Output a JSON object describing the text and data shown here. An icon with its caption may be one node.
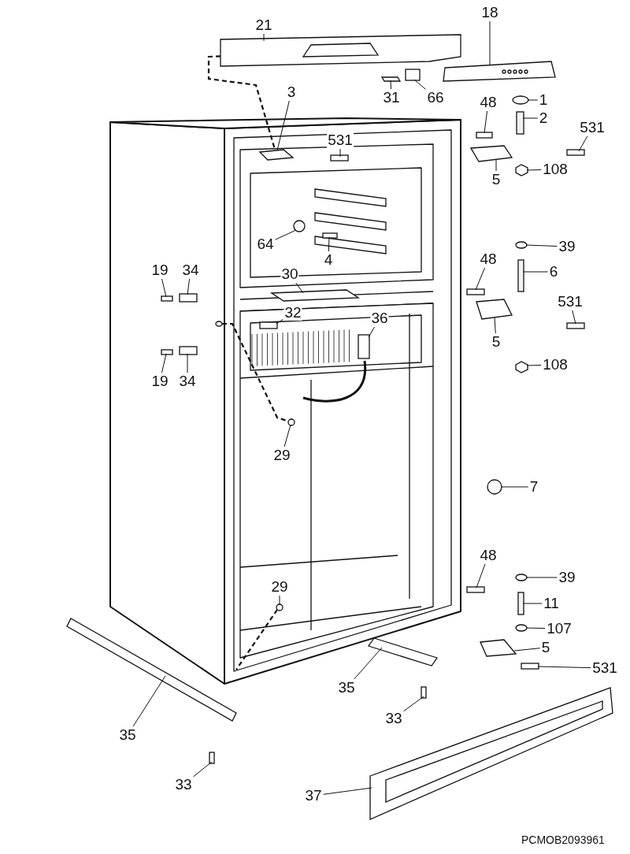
{
  "diagram": {
    "nodes": [
      {
        "text": [
          "21"
        ]
      },
      {
        "text": [
          "18"
        ]
      },
      {
        "text": [
          "31"
        ]
      },
      {
        "text": [
          "66"
        ]
      },
      {
        "text": [
          "1"
        ]
      },
      {
        "text": [
          "48"
        ]
      },
      {
        "text": [
          "2"
        ]
      },
      {
        "text": [
          "531"
        ]
      },
      {
        "text": [
          "3"
        ]
      },
      {
        "text": [
          "531"
        ]
      },
      {
        "text": [
          "5"
        ]
      },
      {
        "text": [
          "108"
        ]
      },
      {
        "text": [
          "64"
        ]
      },
      {
        "text": [
          "4"
        ]
      },
      {
        "text": [
          "39"
        ]
      },
      {
        "text": [
          "19"
        ]
      },
      {
        "text": [
          "34"
        ]
      },
      {
        "text": [
          "48"
        ]
      },
      {
        "text": [
          "30"
        ]
      },
      {
        "text": [
          "6"
        ]
      },
      {
        "text": [
          "32"
        ]
      },
      {
        "text": [
          "531"
        ]
      },
      {
        "text": [
          "36"
        ]
      },
      {
        "text": [
          "5"
        ]
      },
      {
        "text": [
          "19"
        ]
      },
      {
        "text": [
          "34"
        ]
      },
      {
        "text": [
          "108"
        ]
      },
      {
        "text": [
          "29"
        ]
      },
      {
        "text": [
          "7"
        ]
      },
      {
        "text": [
          "48"
        ]
      },
      {
        "text": [
          "39"
        ]
      },
      {
        "text": [
          "29"
        ]
      },
      {
        "text": [
          "11"
        ]
      },
      {
        "text": [
          "107"
        ]
      },
      {
        "text": [
          "5"
        ]
      },
      {
        "text": [
          "531"
        ]
      },
      {
        "text": [
          "35"
        ]
      },
      {
        "text": [
          "33"
        ]
      },
      {
        "text": [
          "35"
        ]
      },
      {
        "text": [
          "33"
        ]
      },
      {
        "text": [
          "37"
        ]
      },
      {
        "text": [],
        "shape": "box"
      },
      {
        "text": [],
        "shape": "box"
      },
      {
        "text": [],
        "shape": "box"
      },
      {
        "text": [],
        "shape": "box"
      },
      {
        "text": [],
        "shape": "circle"
      },
      {
        "text": [],
        "shape": "box"
      },
      {
        "text": [],
        "shape": "bar"
      },
      {
        "text": [],
        "shape": "box"
      },
      {
        "text": [],
        "shape": "box"
      },
      {
        "text": [],
        "shape": "box"
      },
      {
        "text": [],
        "shape": "box"
      },
      {
        "text": [],
        "shape": "box"
      },
      {
        "text": [],
        "shape": "circle"
      },
      {
        "text": [],
        "shape": "box"
      },
      {
        "text": [],
        "shape": "circle"
      },
      {
        "text": [],
        "shape": "box"
      },
      {
        "text": [],
        "shape": "box"
      },
      {
        "text": [],
        "shape": "box"
      },
      {
        "text": [],
        "shape": "box"
      },
      {
        "text": [],
        "shape": "bar"
      },
      {
        "text": [],
        "shape": "box"
      },
      {
        "text": [],
        "shape": "box"
      },
      {
        "text": [],
        "shape": "box"
      },
      {
        "text": [],
        "shape": "box"
      },
      {
        "text": [],
        "shape": "box"
      },
      {
        "text": [],
        "shape": "box"
      },
      {
        "text": [],
        "shape": "box"
      },
      {
        "text": [],
        "shape": "circle"
      },
      {
        "text": [],
        "shape": "circle"
      },
      {
        "text": [],
        "shape": "box"
      },
      {
        "text": [],
        "shape": "circle"
      },
      {
        "text": [],
        "shape": "circle"
      },
      {
        "text": [],
        "shape": "bar"
      },
      {
        "text": [],
        "shape": "circle"
      },
      {
        "text": [],
        "shape": "box"
      },
      {
        "text": [],
        "shape": "box"
      },
      {
        "text": [],
        "shape": "box"
      },
      {
        "text": [],
        "shape": "box"
      },
      {
        "text": [],
        "shape": "box"
      },
      {
        "text": [],
        "shape": "box"
      },
      {
        "text": [],
        "shape": "box"
      }
    ],
    "edges": [
      {
        "from": 0,
        "to": 41,
        "arrow": "none"
      },
      {
        "from": 1,
        "to": 42,
        "arrow": "none"
      },
      {
        "from": 2,
        "to": 43,
        "arrow": "none"
      },
      {
        "from": 3,
        "to": 44,
        "arrow": "none"
      },
      {
        "from": 4,
        "to": 45,
        "arrow": "none"
      },
      {
        "from": 5,
        "to": 46,
        "arrow": "none"
      },
      {
        "from": 6,
        "to": 47,
        "arrow": "none"
      },
      {
        "from": 7,
        "to": 48,
        "arrow": "none"
      },
      {
        "from": 8,
        "to": 49,
        "arrow": "none"
      },
      {
        "from": 9,
        "to": 50,
        "arrow": "none"
      },
      {
        "from": 10,
        "to": 51,
        "arrow": "none"
      },
      {
        "from": 11,
        "to": 52,
        "arrow": "none"
      },
      {
        "from": 12,
        "to": 53,
        "arrow": "none"
      },
      {
        "from": 13,
        "to": 54,
        "arrow": "none"
      },
      {
        "from": 14,
        "to": 55,
        "arrow": "none"
      },
      {
        "from": 15,
        "to": 56,
        "arrow": "none"
      },
      {
        "from": 16,
        "to": 57,
        "arrow": "none"
      },
      {
        "from": 17,
        "to": 58,
        "arrow": "none"
      },
      {
        "from": 18,
        "to": 59,
        "arrow": "none"
      },
      {
        "from": 19,
        "to": 60,
        "arrow": "none"
      },
      {
        "from": 20,
        "to": 61,
        "arrow": "none"
      },
      {
        "from": 21,
        "to": 62,
        "arrow": "none"
      },
      {
        "from": 22,
        "to": 63,
        "arrow": "none"
      },
      {
        "from": 23,
        "to": 64,
        "arrow": "none"
      },
      {
        "from": 24,
        "to": 65,
        "arrow": "none"
      },
      {
        "from": 25,
        "to": 66,
        "arrow": "none"
      },
      {
        "from": 26,
        "to": 67,
        "arrow": "none"
      },
      {
        "from": 27,
        "to": 68,
        "arrow": "none"
      },
      {
        "from": 28,
        "to": 69,
        "arrow": "none"
      },
      {
        "from": 29,
        "to": 70,
        "arrow": "none"
      },
      {
        "from": 30,
        "to": 71,
        "arrow": "none"
      },
      {
        "from": 31,
        "to": 72,
        "arrow": "none"
      },
      {
        "from": 32,
        "to": 73,
        "arrow": "none"
      },
      {
        "from": 33,
        "to": 74,
        "arrow": "none"
      },
      {
        "from": 34,
        "to": 75,
        "arrow": "none"
      },
      {
        "from": 35,
        "to": 76,
        "arrow": "none"
      },
      {
        "from": 36,
        "to": 77,
        "arrow": "none"
      },
      {
        "from": 37,
        "to": 78,
        "arrow": "none"
      },
      {
        "from": 38,
        "to": 79,
        "arrow": "none"
      },
      {
        "from": 39,
        "to": 80,
        "arrow": "none"
      },
      {
        "from": 40,
        "to": 81,
        "arrow": "none"
      },
      {
        "from": 41,
        "to": 49,
        "arrow": "none",
        "style": "dashed"
      }
    ],
    "labels": [
      "PCMOB2093961"
    ]
  }
}
